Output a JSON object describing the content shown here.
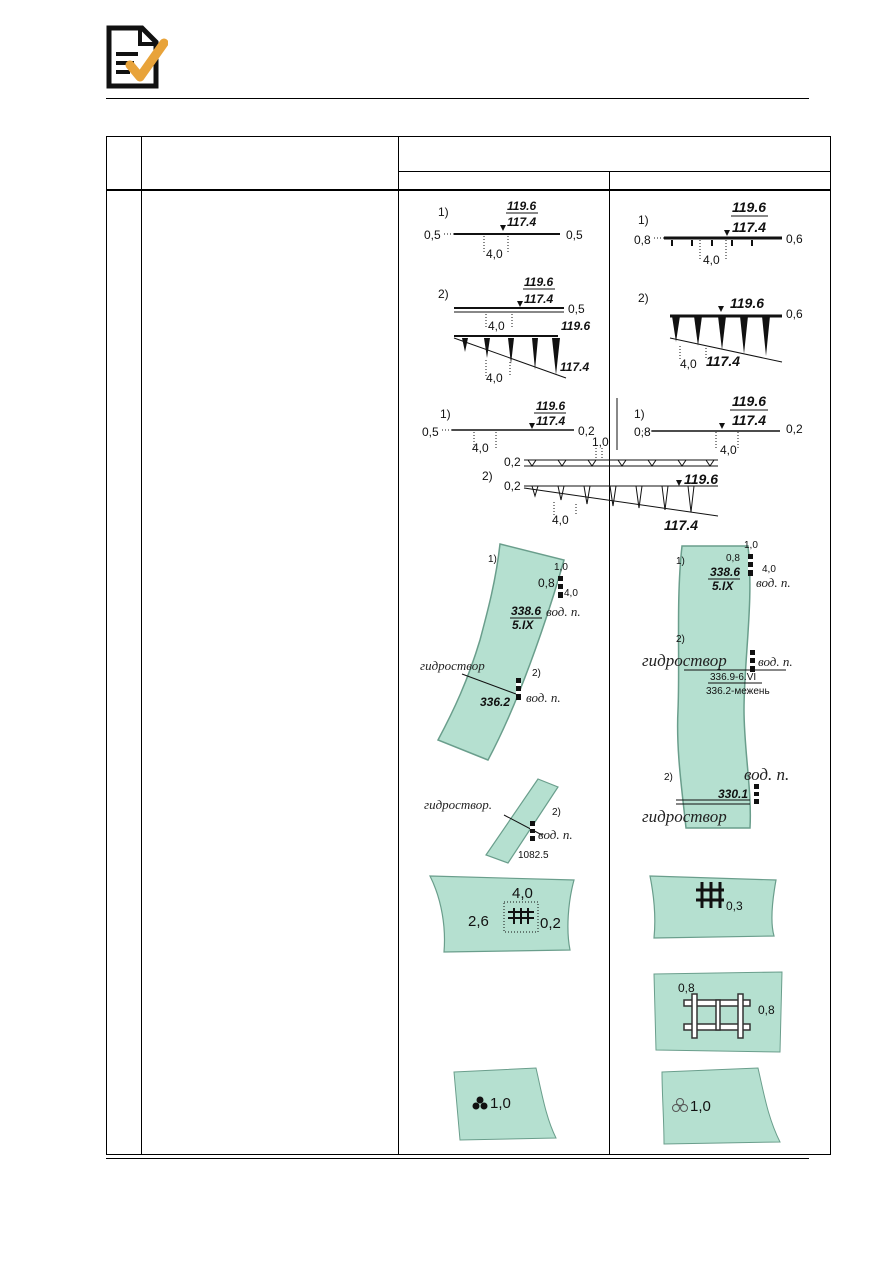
{
  "header": {
    "icon": "document-check-icon"
  },
  "colors": {
    "water": "#b5e0d0",
    "water_edge": "#6a9e8c",
    "accent": "#e8a33a"
  },
  "panels": {
    "l1": {
      "n1": "1)",
      "top": "119.6",
      "bot": "117.4",
      "left": "0,5",
      "right": "0,5",
      "w": "4,0"
    },
    "l2": {
      "n2": "2)",
      "top": "119.6",
      "bot": "117.4",
      "right": "0,5",
      "w": "4,0",
      "h1": "119.6",
      "h2": "117.4",
      "w2": "4,0"
    },
    "r1": {
      "n1": "1)",
      "top": "119.6",
      "bot": "117.4",
      "left": "0,8",
      "right": "0,6",
      "w": "4,0"
    },
    "r2": {
      "n2": "2)",
      "h": "119.6",
      "right": "0,6",
      "w": "4,0",
      "h2": "117.4"
    },
    "m": {
      "l_n1": "1)",
      "l_top": "119.6",
      "l_bot": "117.4",
      "l_left": "0,5",
      "l_right": "0,2",
      "l_w": "4,0",
      "r_n1": "1)",
      "r_top": "119.6",
      "r_bot": "117.4",
      "r_left": "0,8",
      "r_right": "0,2",
      "r_w": "4,0",
      "mid_one": "1,0",
      "mid_a": "0,2",
      "n2": "2)",
      "mid_b": "0,2",
      "mid_h": "119.6",
      "mid_w": "4,0",
      "mid_h2": "117.4"
    },
    "gl": {
      "n1": "1)",
      "a": "1,0",
      "b": "0,8",
      "c": "4,0",
      "v1": "338.6",
      "v2": "5.IX",
      "vod": "вод. п.",
      "gid": "гидроствор",
      "n2": "2)",
      "v3": "336.2",
      "vod2": "вод. п."
    },
    "gl2": {
      "gid": "гидроствор.",
      "n2": "2)",
      "vod": "вод. п.",
      "v": "1082.5"
    },
    "gr": {
      "a": "1,0",
      "b": "0,8",
      "c": "4,0",
      "n1": "1)",
      "v1": "338.6",
      "v2": "5.IX",
      "vod": "вод. п.",
      "n2": "2)",
      "gid": "гидроствор",
      "vod2": "вод. п.",
      "v3": "336.9-6.VI",
      "v4": "336.2-межень",
      "n3": "2)",
      "vod3": "вод. п.",
      "v5": "330.1",
      "gid2": "гидроствор"
    },
    "sl": {
      "top": "4,0",
      "left": "2,6",
      "right": "0,2"
    },
    "sr": {
      "right": "0,3"
    },
    "sr2": {
      "top": "0,8",
      "right": "0,8"
    },
    "bl": {
      "right": "1,0"
    },
    "br": {
      "right": "1,0"
    }
  }
}
